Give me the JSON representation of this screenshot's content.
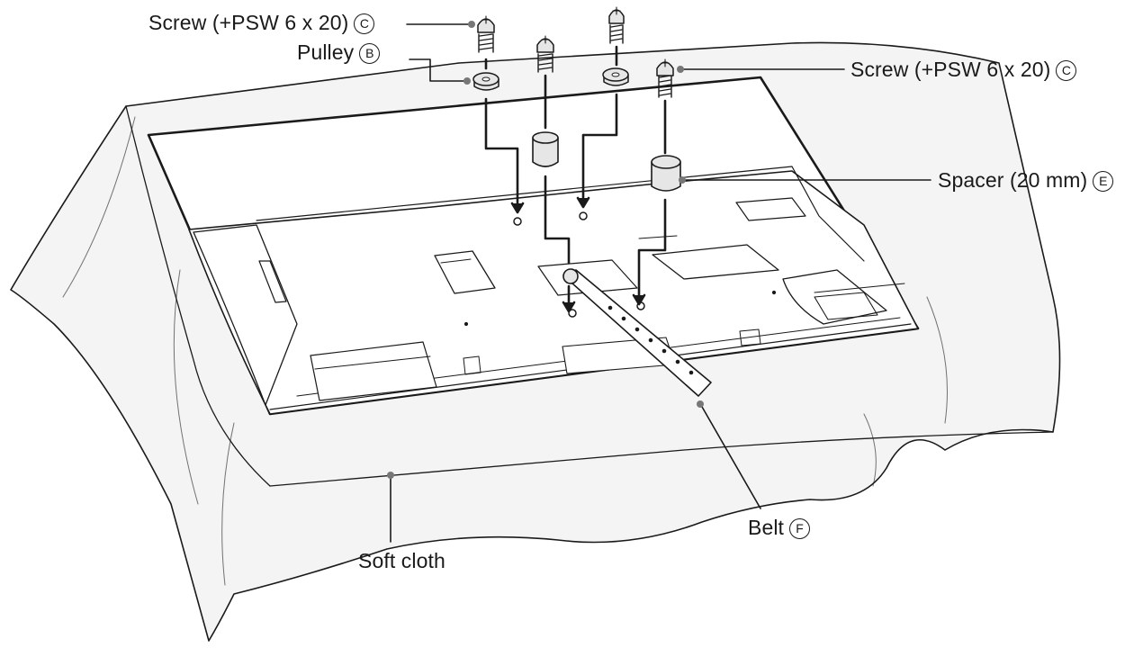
{
  "labels": {
    "screw_left": {
      "text": "Screw (+PSW 6 x 20)",
      "mark": "C"
    },
    "pulley": {
      "text": "Pulley",
      "mark": "B"
    },
    "screw_right": {
      "text": "Screw (+PSW 6 x 20)",
      "mark": "C"
    },
    "spacer": {
      "text": "Spacer (20 mm)",
      "mark": "E"
    },
    "belt": {
      "text": "Belt",
      "mark": "F"
    },
    "cloth": {
      "text": "Soft cloth"
    }
  },
  "colors": {
    "line": "#1a1a1a",
    "cloth": "#f4f4f4",
    "tv": "#ffffff",
    "part": "#e6e6e6"
  }
}
